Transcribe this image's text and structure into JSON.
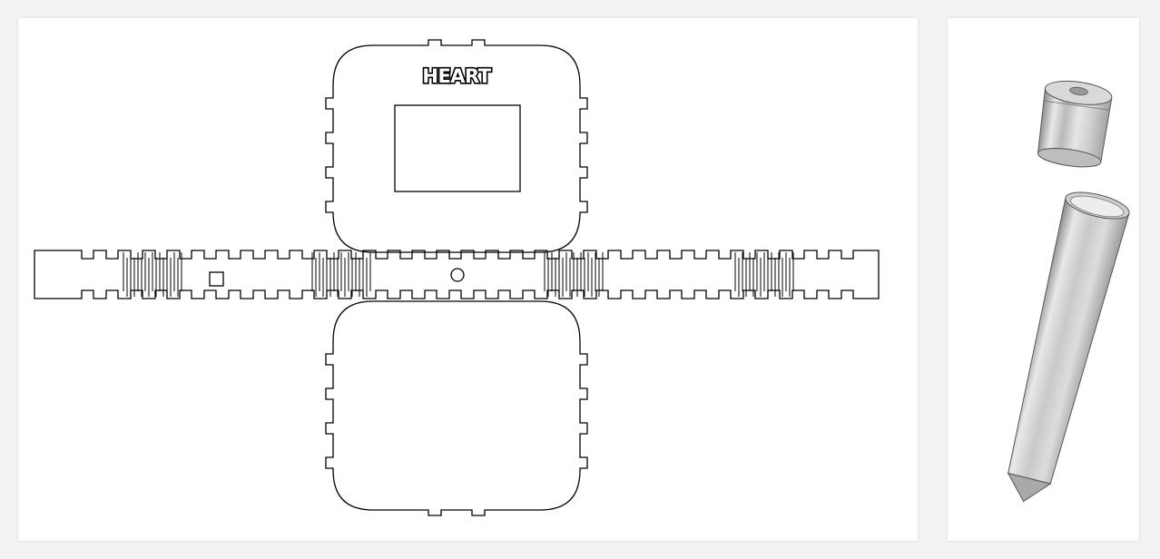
{
  "figure": {
    "brand_text": "HEART",
    "panels": [
      "laser-cut-layout",
      "pen-3d-render"
    ]
  },
  "colors": {
    "background": "#f3f3f3",
    "panel": "#ffffff",
    "line": "#000000",
    "render_light": "#e2e2e2",
    "render_dark": "#8c8c8c"
  }
}
